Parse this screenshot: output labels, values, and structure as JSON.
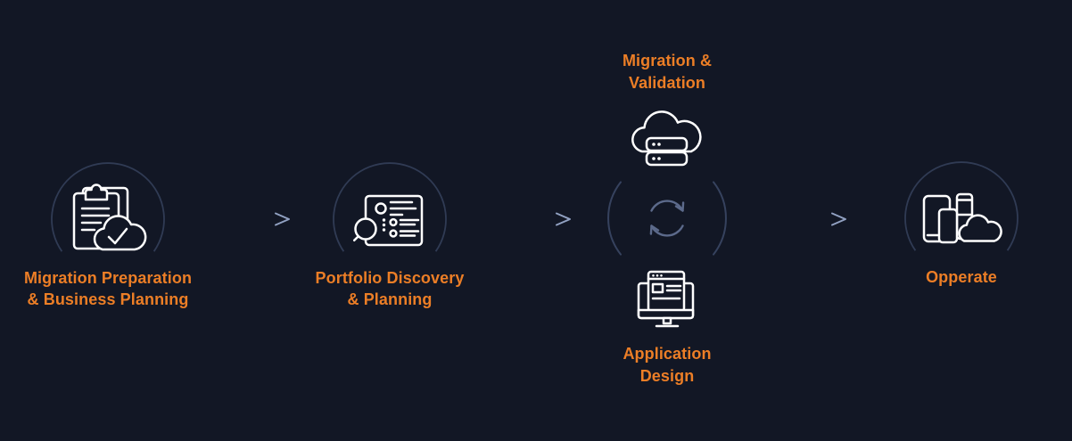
{
  "diagram": {
    "background": "#121725",
    "colors": {
      "label_orange": "#EC7E26",
      "icon_stroke": "#FFFFFF",
      "circle_stroke": "#303B54",
      "side_arc_stroke": "#36425E",
      "sync_blue": "#5C6A8B",
      "arrow_blue": "#91A1C2"
    },
    "stages": [
      {
        "id": "migration-preparation",
        "icon": "clipboard-checklist-cloud-icon",
        "label_lines": [
          "Migration Preparation",
          "& Business Planning"
        ]
      },
      {
        "id": "portfolio-discovery",
        "icon": "document-search-icon",
        "label_lines": [
          "Portfolio Discovery",
          "& Planning"
        ]
      },
      {
        "id": "migration-validation",
        "icon": "cloud-servers-icon",
        "label_lines": [
          "Migration &",
          "Validation"
        ]
      },
      {
        "id": "application-design",
        "icon": "monitor-browser-icon",
        "label_lines": [
          "Application",
          "Design"
        ]
      },
      {
        "id": "operate",
        "icon": "devices-cloud-icon",
        "label_lines": [
          "Opperate"
        ]
      }
    ],
    "center_icon": "sync-arrows-icon",
    "arrow_count": 3
  }
}
